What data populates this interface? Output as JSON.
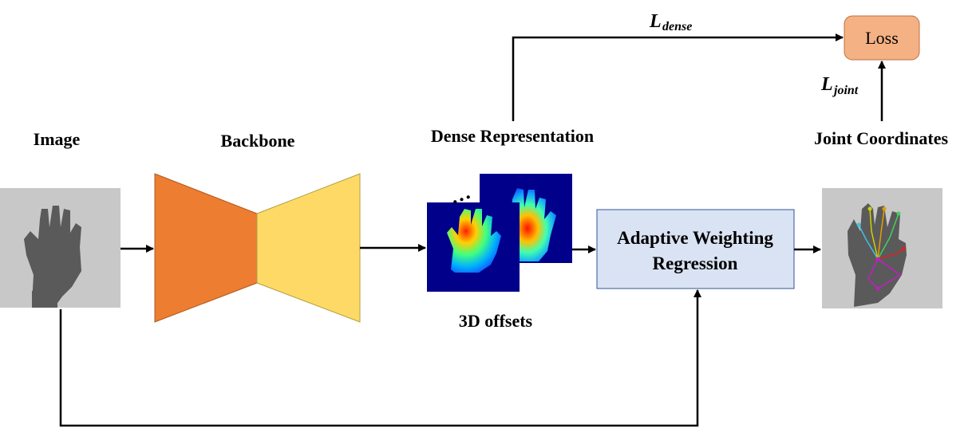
{
  "labels": {
    "image": "Image",
    "backbone": "Backbone",
    "dense_representation": "Dense Representation",
    "joint_coordinates": "Joint Coordinates",
    "offsets": "3D offsets",
    "loss": "Loss",
    "adaptive_line1": "Adaptive Weighting",
    "adaptive_line2": "Regression",
    "l_dense_main": "L",
    "l_dense_sub": "dense",
    "l_joint_main": "L",
    "l_joint_sub": "joint",
    "ellipsis": "…"
  },
  "colors": {
    "encoder": "#ED7D31",
    "decoder": "#FFD966",
    "loss_box": "#F4B183",
    "regression_box": "#DAE3F3",
    "regression_border": "#2F5597",
    "heatmap_bg": "#00008B",
    "depth_bg": "#C8C8C8",
    "hand": "#5A5A5A"
  }
}
